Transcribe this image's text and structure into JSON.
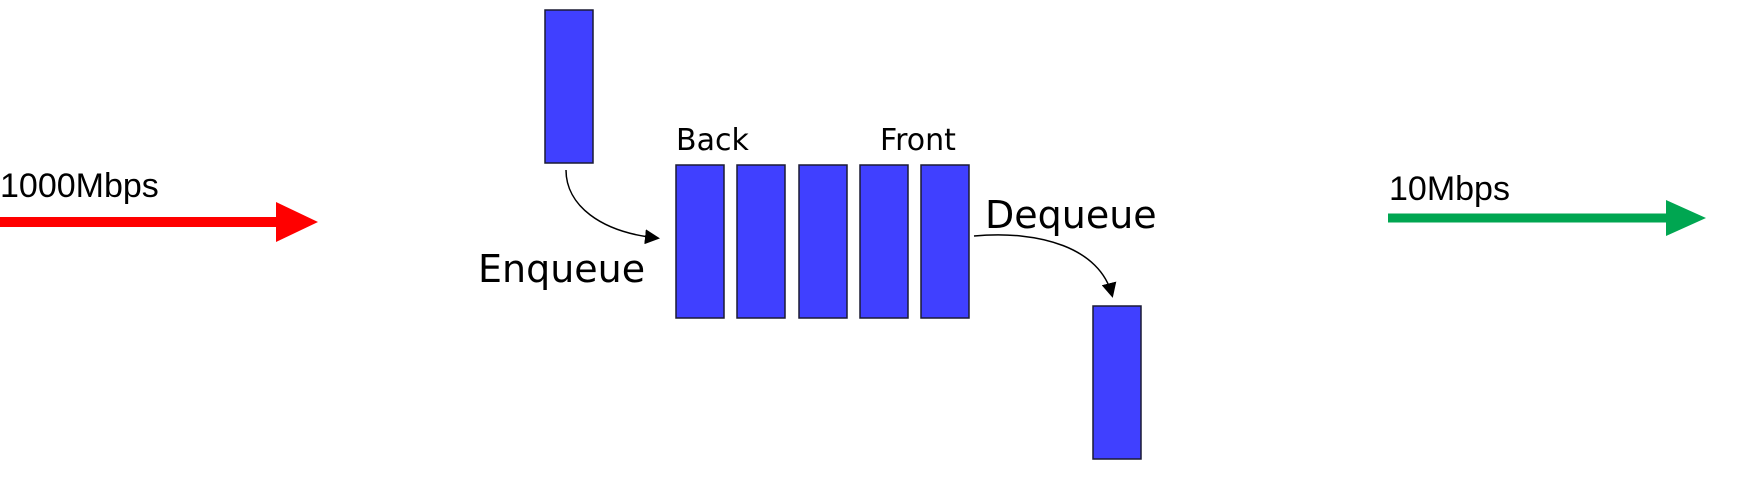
{
  "incoming_link": {
    "rate_label": "1000Mbps",
    "color": "#ff0000"
  },
  "outgoing_link": {
    "rate_label": "10Mbps",
    "color": "#00a651"
  },
  "queue": {
    "back_label": "Back",
    "front_label": "Front",
    "enqueue_label": "Enqueue",
    "dequeue_label": "Dequeue",
    "block_color": "#4040ff",
    "queued_block_count": 5
  }
}
